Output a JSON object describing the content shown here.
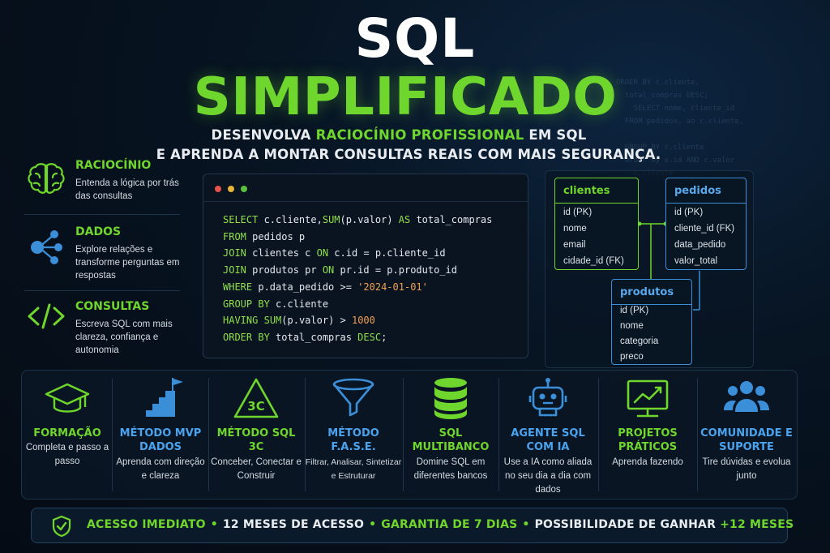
{
  "hero": {
    "title_line1": "SQL",
    "title_line2": "SIMPLIFICADO",
    "subtitle_line1": [
      "DESENVOLVA ",
      "RACIOCÍNIO PROFISSIONAL",
      " EM SQL"
    ],
    "subtitle_line2": "E APRENDA A MONTAR CONSULTAS REAIS COM MAIS SEGURANÇA."
  },
  "features": [
    {
      "icon": "brain-icon",
      "title": "RACIOCÍNIO",
      "desc": "Entenda a lógica por trás das consultas"
    },
    {
      "icon": "network-icon",
      "title": "DADOS",
      "desc": "Explore relações e transforme perguntas em respostas"
    },
    {
      "icon": "code-icon",
      "title": "CONSULTAS",
      "desc": "Escreva SQL com mais clareza, confiança e autonomia"
    }
  ],
  "code_window": {
    "lines": [
      "SELECT c.cliente,SUM(p.valor) AS total_compras",
      "FROM pedidos p",
      "JOIN clientes c ON c.id = p.cliente_id",
      "JOIN produtos pr ON pr.id = p.produto_id",
      "WHERE p.data_pedido >= '2024-01-01'",
      "GROUP BY c.cliente",
      "HAVING SUM(p.valor) > 1000",
      "ORDER BY total_compras DESC;"
    ]
  },
  "er_diagram": {
    "clientes": {
      "name": "clientes",
      "fields": [
        "id (PK)",
        "nome",
        "email",
        "cidade_id (FK)"
      ]
    },
    "pedidos": {
      "name": "pedidos",
      "fields": [
        "id (PK)",
        "cliente_id (FK)",
        "data_pedido",
        "valor_total"
      ]
    },
    "produtos": {
      "name": "produtos",
      "fields": [
        "id (PK)",
        "nome",
        "categoria",
        "preco"
      ]
    }
  },
  "cards": [
    {
      "icon": "graduation-cap-icon",
      "title": "FORMAÇÃO",
      "desc": "Completa e passo a passo",
      "accent": "green"
    },
    {
      "icon": "stairs-flag-icon",
      "title": "MÉTODO MVP DADOS",
      "desc": "Aprenda com direção e clareza",
      "accent": "blue"
    },
    {
      "icon": "triangle-3c-icon",
      "title": "MÉTODO SQL 3C",
      "desc": "Conceber, Conectar e Construir",
      "accent": "green"
    },
    {
      "icon": "funnel-icon",
      "title": "MÉTODO F.A.S.E.",
      "desc": "Filtrar, Analisar, Sintetizar e Estruturar",
      "accent": "blue"
    },
    {
      "icon": "database-icon",
      "title": "SQL MULTIBANCO",
      "desc": "Domine SQL em diferentes bancos",
      "accent": "green"
    },
    {
      "icon": "robot-icon",
      "title": "AGENTE SQL COM IA",
      "desc": "Use a IA como aliada no seu dia a dia com dados",
      "accent": "blue"
    },
    {
      "icon": "chart-icon",
      "title": "PROJETOS PRÁTICOS",
      "desc": "Aprenda fazendo",
      "accent": "green"
    },
    {
      "icon": "community-icon",
      "title": "COMUNIDADE E SUPORTE",
      "desc": "Tire dúvidas e evolua junto",
      "accent": "blue"
    }
  ],
  "footer": {
    "icon": "shield-check-icon",
    "items": [
      "ACESSO IMEDIATO",
      "12 MESES DE ACESSO",
      "GARANTIA DE 7 DIAS",
      "POSSIBILIDADE DE GANHAR",
      "+12 MESES"
    ]
  },
  "colors": {
    "green": "#6ed62c",
    "blue": "#4aa3ef",
    "background": "#050b14",
    "string": "#f0a050"
  }
}
